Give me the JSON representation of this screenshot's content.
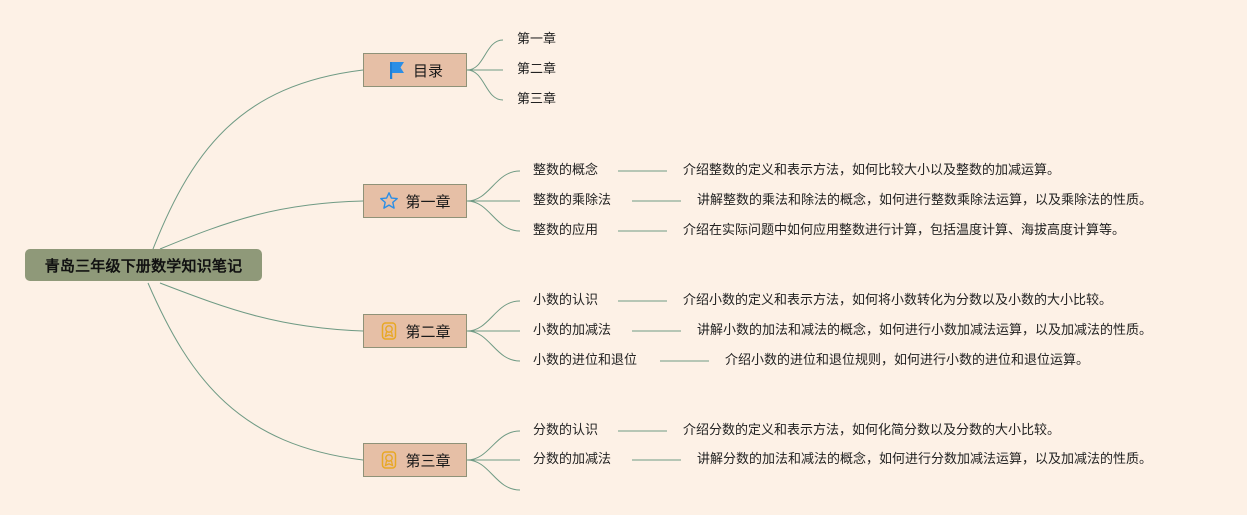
{
  "root": {
    "title": "青岛三年级下册数学知识笔记"
  },
  "branches": [
    {
      "label": "目录",
      "icon": "flag-icon",
      "children": [
        {
          "label": "第一章",
          "desc": ""
        },
        {
          "label": "第二章",
          "desc": ""
        },
        {
          "label": "第三章",
          "desc": ""
        }
      ]
    },
    {
      "label": "第一章",
      "icon": "star-icon",
      "children": [
        {
          "label": "整数的概念",
          "desc": "介绍整数的定义和表示方法，如何比较大小以及整数的加减运算。"
        },
        {
          "label": "整数的乘除法",
          "desc": "讲解整数的乘法和除法的概念，如何进行整数乘除法运算，以及乘除法的性质。"
        },
        {
          "label": "整数的应用",
          "desc": "介绍在实际问题中如何应用整数进行计算，包括温度计算、海拔高度计算等。"
        }
      ]
    },
    {
      "label": "第二章",
      "icon": "award-icon",
      "children": [
        {
          "label": "小数的认识",
          "desc": "介绍小数的定义和表示方法，如何将小数转化为分数以及小数的大小比较。"
        },
        {
          "label": "小数的加减法",
          "desc": "讲解小数的加法和减法的概念，如何进行小数加减法运算，以及加减法的性质。"
        },
        {
          "label": "小数的进位和退位",
          "desc": "介绍小数的进位和退位规则，如何进行小数的进位和退位运算。"
        }
      ]
    },
    {
      "label": "第三章",
      "icon": "award-icon",
      "children": [
        {
          "label": "分数的认识",
          "desc": "介绍分数的定义和表示方法，如何化简分数以及分数的大小比较。"
        },
        {
          "label": "分数的加减法",
          "desc": "讲解分数的加法和减法的概念，如何进行分数加减法运算，以及加减法的性质。"
        },
        {
          "label": "",
          "desc": ""
        }
      ]
    }
  ],
  "colors": {
    "background": "#fdf1e6",
    "root": "#8f9979",
    "branch": "#e6bfa6",
    "line": "#6f9a84"
  }
}
